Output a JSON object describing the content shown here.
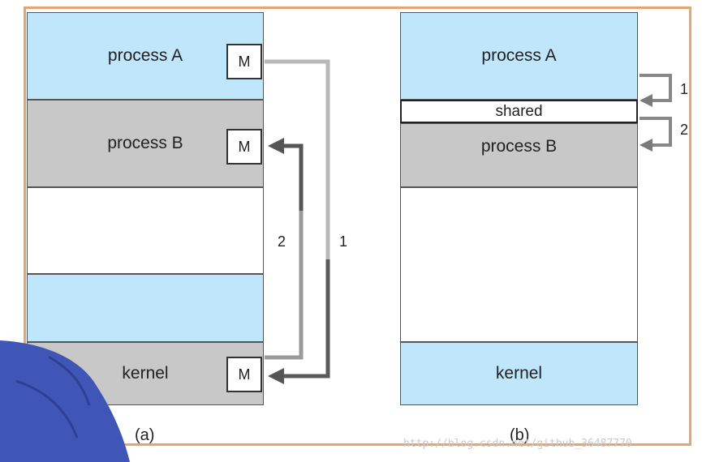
{
  "panel_a": {
    "process_a": "process A",
    "process_b": "process B",
    "kernel": "kernel",
    "m_label": "M",
    "arrow_1": "1",
    "arrow_2": "2",
    "caption": "(a)"
  },
  "panel_b": {
    "process_a": "process A",
    "shared": "shared",
    "process_b": "process B",
    "kernel": "kernel",
    "arrow_1": "1",
    "arrow_2": "2",
    "caption": "(b)"
  },
  "watermark": "http://blog.csdn.net/github_36487770",
  "colors": {
    "frame": "#e8a46a",
    "process_blue": "#bfe6fb",
    "process_gray": "#c8c8c8",
    "arrow_light": "#b5b5b5",
    "arrow_dark": "#555555",
    "person_shirt": "#3f56b7"
  }
}
